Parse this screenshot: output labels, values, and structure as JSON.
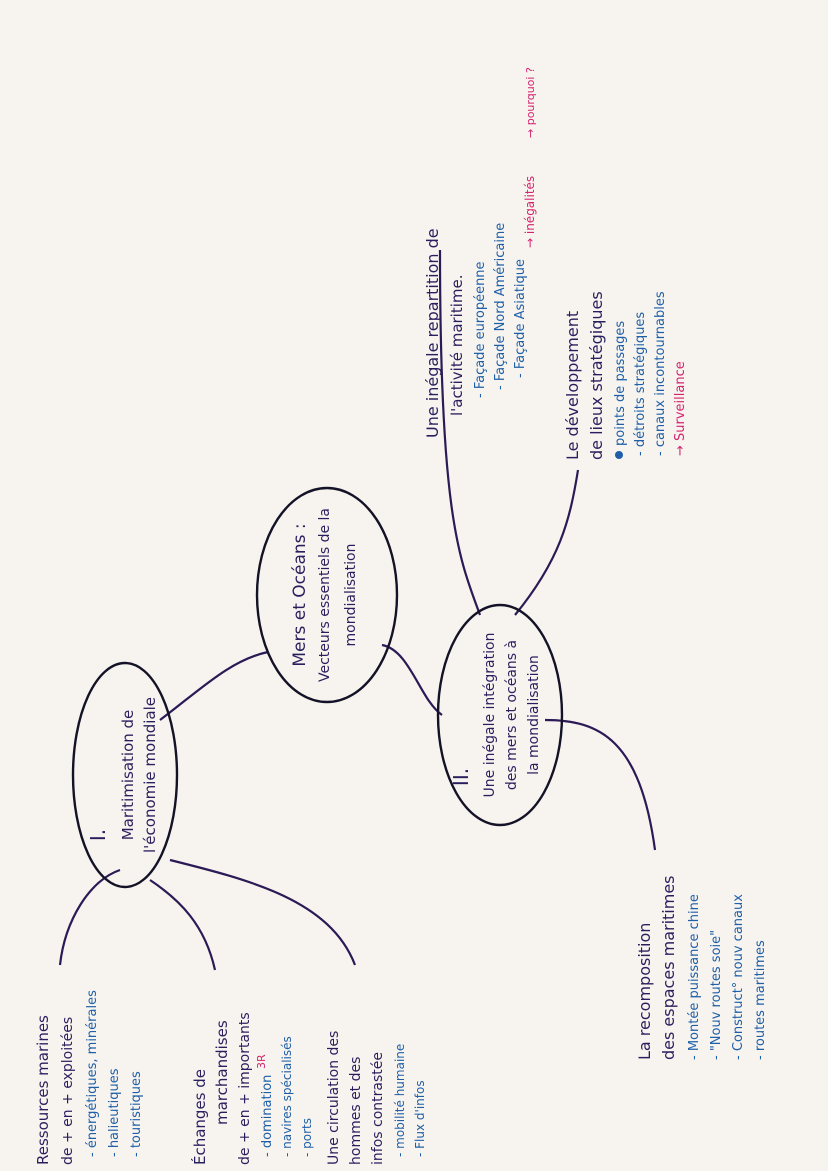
{
  "central": {
    "title": "Mers et Océans :",
    "line2": "Vecteurs essentiels de la",
    "line3": "mondialisation"
  },
  "part1": {
    "numeral": "I.",
    "line1": "Maritimisation de",
    "line2": "l'économie mondiale",
    "ressources": {
      "title1": "Ressources marines",
      "title2": "de + en + exploitées",
      "item1": "- énergétiques, minérales",
      "item2": "- halieutiques",
      "item3": "- touristiques"
    },
    "echanges": {
      "title1": "Échanges de",
      "title2": "marchandises",
      "title3": "de + en + importants",
      "item1": "- domination",
      "item1_note": "3R",
      "item2": "- navires spécialisés",
      "item3": "- ports"
    },
    "circulation": {
      "title1": "Une circulation des",
      "title2": "hommes et des",
      "title3": "infos contrastée",
      "item1": "- mobilité humaine",
      "item2": "- Flux d'infos"
    }
  },
  "part2": {
    "numeral": "II.",
    "line1": "Une inégale intégration",
    "line2": "des mers et océans à",
    "line3": "la mondialisation",
    "repartition": {
      "title1": "Une inégale repartition de",
      "title2": "l'activité maritime.",
      "item1": "- Façade européenne",
      "item2": "- Façade Nord Américaine",
      "item3": "- Façade Asiatique",
      "note1": "→ inégalités",
      "note2": "→ pourquoi ?"
    },
    "developpement": {
      "title1": "Le développement",
      "title2": "de lieux stratégiques",
      "item1": "points de passages",
      "item2": "- détroits stratégiques",
      "item3": "- canaux incontournables",
      "item4": "→ Surveillance"
    },
    "recomposition": {
      "title1": "La recomposition",
      "title2": "des espaces maritimes",
      "item1": "- Montée puissance chine",
      "item2": "- \"Nouv routes soie\"",
      "item3": "- Construct° nouv canaux",
      "item4": "- routes maritimes"
    }
  },
  "colors": {
    "ink_dark": "#2a1f5e",
    "ink_blue": "#1f5fa8",
    "ink_pink": "#d4236e",
    "paper": "#f7f4ef"
  }
}
